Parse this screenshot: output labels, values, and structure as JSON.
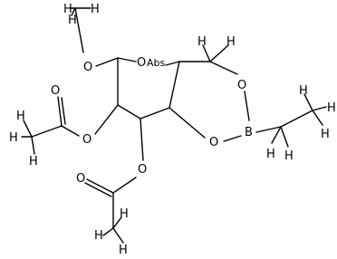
{
  "structure": {
    "stereo_label": "Abs",
    "atoms": {
      "o_methoxy": "O",
      "o_ring_pyranose": "O",
      "o_acetate_top_carbonyl": "O",
      "o_acetate_top_ester": "O",
      "o_acetate_bottom_ester": "O",
      "o_acetate_bottom_carbonyl": "O",
      "o_dioxaborinane_top": "O",
      "o_dioxaborinane_bottom": "O",
      "boron": "B",
      "h_methyl_top_1": "H",
      "h_methyl_top_2": "H",
      "h_methyl_top_3": "H",
      "h_ch2_1": "H",
      "h_ch2_2": "H",
      "h_ch3_left_1": "H",
      "h_ch3_left_2": "H",
      "h_ch3_left_3": "H",
      "h_ch2_ethyl_1": "H",
      "h_ch2_ethyl_2": "H",
      "h_ch3_ethyl_1": "H",
      "h_ch3_ethyl_2": "H",
      "h_ch3_ethyl_3": "H",
      "h_ch3_bottom_1": "H",
      "h_ch3_bottom_2": "H",
      "h_ch3_bottom_3": "H"
    }
  }
}
